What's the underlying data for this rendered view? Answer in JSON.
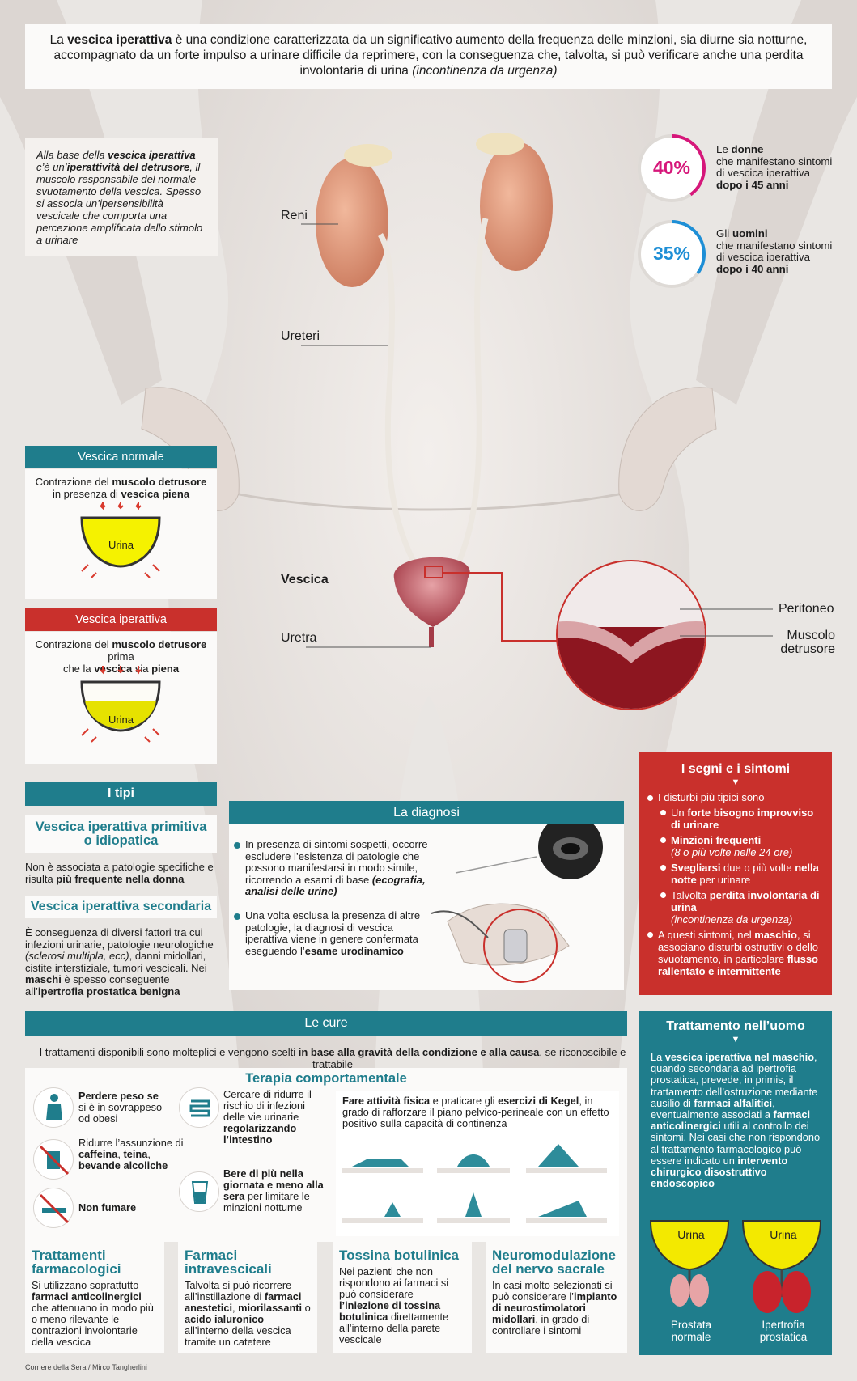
{
  "intro": {
    "pre": "La ",
    "bold": "vescica iperattiva",
    "mid": " è una condizione caratterizzata da un significativo aumento della frequenza delle minzioni, sia diurne sia notturne, accompagnato da un forte impulso a urinare difficile da reprimere, con la conseguenza che, talvolta, si può verificare anche una perdita involontaria di urina ",
    "ital": "(incontinenza da urgenza)"
  },
  "side_note": {
    "p1": "Alla base della ",
    "b1": "vescica iperattiva",
    "p2": " c’è un’",
    "b2": "iperattività del detrusore",
    "p3": ", il muscolo responsabile del normale svuotamento della vescica. Spesso si associa un’ipersensibilità vescicale che comporta una percezione amplificata dello stimolo a urinare"
  },
  "stats": [
    {
      "value": "40%",
      "color": "#d6177a",
      "fraction": 0.4,
      "l1": "Le ",
      "b1": "donne",
      "l2": "che manifestano sintomi di vescica iperattiva",
      "b2": "dopo i 45 anni"
    },
    {
      "value": "35%",
      "color": "#1e8fd6",
      "fraction": 0.35,
      "l1": "Gli ",
      "b1": "uomini",
      "l2": "che manifestano sintomi di vescica iperattiva",
      "b2": "dopo i 40 anni"
    }
  ],
  "anatomy": {
    "reni": "Reni",
    "ureteri": "Ureteri",
    "vescica": "Vescica",
    "uretra": "Uretra",
    "peritoneo": "Peritoneo",
    "muscolo": "Muscolo",
    "detrusore": "detrusore"
  },
  "normal": {
    "title": "Vescica normale",
    "t1": "Contrazione del ",
    "b1": "muscolo detrusore",
    "t2": "in presenza di ",
    "b2": "vescica piena",
    "urina": "Urina"
  },
  "overactive": {
    "title": "Vescica iperattiva",
    "t1": "Contrazione del ",
    "b1": "muscolo detrusore",
    "t1b": " prima",
    "t2": "che la ",
    "b2": "vescica",
    "t3": " sia ",
    "b3": "piena",
    "urina": "Urina"
  },
  "types": {
    "title": "I tipi",
    "primary_title": "Vescica iperattiva primitiva o idiopatica",
    "primary_text": "Non è associata a patologie specifiche e risulta ",
    "primary_bold": "più frequente nella donna",
    "secondary_title": "Vescica iperattiva secondaria",
    "secondary_text1": "È conseguenza di diversi fattori tra cui infezioni urinarie, patologie neurologiche ",
    "secondary_ital": "(sclerosi multipla, ecc)",
    "secondary_text2": ", danni midollari, cistite interstiziale, tumori vescicali. Nei ",
    "secondary_b1": "maschi",
    "secondary_text3": " è spesso conseguente all’",
    "secondary_b2": "ipertrofia prostatica benigna"
  },
  "diagnosis": {
    "title": "La diagnosi",
    "p1": "In presenza di sintomi sospetti, occorre escludere l’esistenza di patologie che possono manifestarsi in modo simile, ricorrendo a esami di base ",
    "p1_bi": "(ecografia, analisi delle urine)",
    "p2": "Una volta esclusa la presenza di altre patologie, la diagnosi di vescica iperattiva viene in genere confermata eseguendo l’",
    "p2_b": "esame urodinamico"
  },
  "symptoms": {
    "title": "I segni e i sintomi",
    "intro": "I disturbi più tipici sono",
    "items": [
      {
        "pre": "Un ",
        "b": "forte bisogno improvviso di urinare",
        "post": "",
        "ital": ""
      },
      {
        "pre": "",
        "b": "Minzioni frequenti",
        "post": "",
        "ital": "(8 o più volte nelle 24 ore)"
      },
      {
        "pre": "",
        "b": "Svegliarsi",
        "post": " due o più volte ",
        "b2": "nella notte",
        "post2": " per urinare",
        "ital": ""
      },
      {
        "pre": "Talvolta ",
        "b": "perdita involontaria di urina",
        "post": "",
        "ital": "(incontinenza da urgenza)"
      }
    ],
    "last_pre": "A questi sintomi, nel ",
    "last_b": "maschio",
    "last_post": ", si associano disturbi ostruttivi o dello svuotamento, in particolare ",
    "last_b2": "flusso rallentato e intermittente"
  },
  "cure": {
    "title": "Le cure",
    "intro_pre": "I trattamenti disponibili sono molteplici e vengono scelti ",
    "intro_b": "in base alla gravità della condizione e alla causa",
    "intro_post": ", se riconoscibile e trattabile",
    "behav_title": "Terapia comportamentale",
    "items": [
      {
        "b": "Perdere peso se",
        "t": "si è in sovrappeso od obesi"
      },
      {
        "t": "Ridurre l’assunzione di ",
        "b": "caffeina",
        "t2": ", ",
        "b2": "teina",
        "t3": ", ",
        "b3": "bevande alcoliche"
      },
      {
        "b": "Non fumare"
      },
      {
        "t": "Cercare di ridurre il rischio di infezioni delle vie urinarie ",
        "b": "regolarizzando l’intestino"
      },
      {
        "b": "Bere di più nella giornata e meno alla sera",
        "t": " per limitare le minzioni notturne"
      }
    ],
    "kegel_b1": "Fare attività fisica",
    "kegel_t1": " e praticare gli ",
    "kegel_b2": "esercizi di Kegel",
    "kegel_t2": ", in grado di rafforzare il piano pelvico-perineale con un effetto positivo sulla capacità di continenza"
  },
  "treatments": [
    {
      "title": "Trattamenti farmacologici",
      "t1": "Si utilizzano soprattutto ",
      "b1": "farmaci anticolinergici",
      "t2": " che attenuano in modo più o meno rilevante le contrazioni involontarie della vescica"
    },
    {
      "title": "Farmaci intravescicali",
      "t1": "Talvolta si può ricorrere all’instillazione di ",
      "b1": "farmaci anestetici",
      "t2": ", ",
      "b2": "miorilassanti",
      "t3": " o ",
      "b3": "acido ialuronico",
      "t4": " all’interno della vescica tramite un catetere"
    },
    {
      "title": "Tossina botulinica",
      "t1": "Nei pazienti che non rispondono ai farmaci si può considerare ",
      "b1": "l’iniezione di tossina botulinica",
      "t2": " direttamente all’interno della parete vescicale"
    },
    {
      "title": "Neuromodulazione del nervo sacrale",
      "t1": "In casi molto selezionati si può considerare l’",
      "b1": "impianto di neurostimolatori midollari",
      "t2": ", in grado di controllare i sintomi"
    }
  ],
  "men": {
    "title": "Trattamento nell’uomo",
    "t1": "La ",
    "b1": "vescica iperattiva nel maschio",
    "t2": ", quando secondaria ad ipertrofia prostatica, prevede, in primis, il trattamento dell’ostruzione mediante ausilio di ",
    "b2": "farmaci alfalitici",
    "t3": ", eventualmente associati a ",
    "b3": "farmaci anticolinergici",
    "t4": " utili al controllo dei sintomi. Nei casi che non rispondono al trattamento farmacologico può essere indicato un ",
    "b4": "intervento chirurgico disostruttivo endoscopico",
    "urina": "Urina",
    "p1": "Prostata",
    "p1b": "normale",
    "p2": "Ipertrofia",
    "p2b": "prostatica"
  },
  "credit": "Corriere della Sera / Mirco Tangherlini"
}
